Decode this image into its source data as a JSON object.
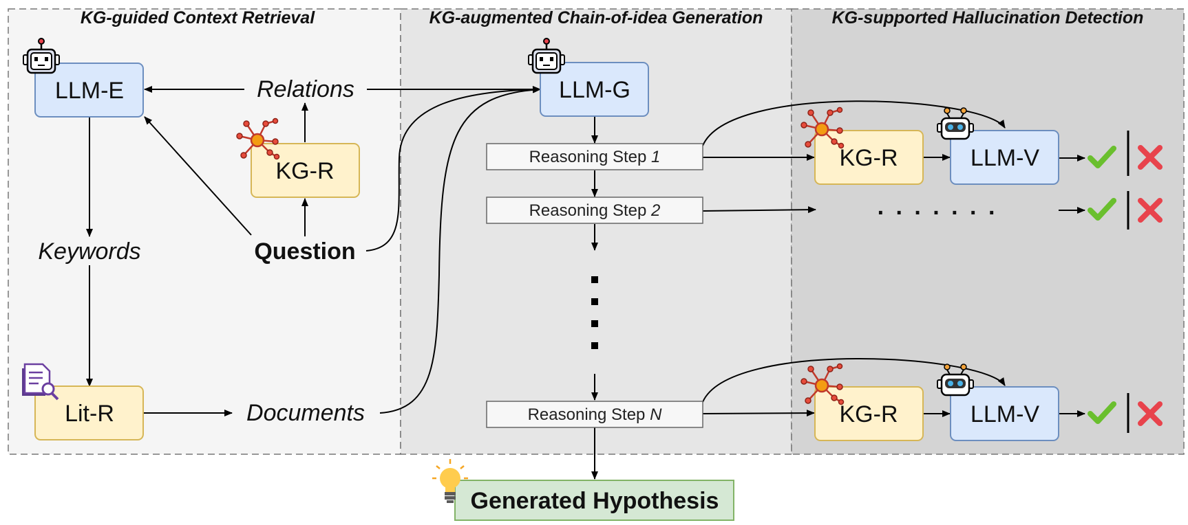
{
  "sections": {
    "retrieval_title": "KG-guided Context Retrieval",
    "generation_title": "KG-augmented Chain-of-idea Generation",
    "detection_title": "KG-supported Hallucination Detection"
  },
  "nodes": {
    "llm_e": "LLM-E",
    "kg_r_left": "KG-R",
    "lit_r": "Lit-R",
    "llm_g": "LLM-G",
    "kg_r_top": "KG-R",
    "llm_v_top": "LLM-V",
    "kg_r_bottom": "KG-R",
    "llm_v_bottom": "LLM-V"
  },
  "labels": {
    "relations": "Relations",
    "keywords": "Keywords",
    "question": "Question",
    "documents": "Documents",
    "ellipsis_row": ". . . . . . ."
  },
  "steps": {
    "prefix": "Reasoning Step ",
    "step1": "1",
    "step2": "2",
    "stepN": "N"
  },
  "hypothesis": "Generated Hypothesis",
  "icons": {
    "robot": "robot-icon",
    "graph": "knowledge-graph-icon",
    "doc": "document-search-icon",
    "bulb": "lightbulb-icon",
    "check": "checkmark-icon",
    "cross": "cross-icon"
  },
  "colors": {
    "blue_box": "#dae8fc",
    "blue_border": "#6c8ebf",
    "yellow_box": "#fff2cc",
    "yellow_border": "#d6b656",
    "green_box": "#d5e8d4",
    "green_border": "#82b366",
    "panel1": "#f5f5f5",
    "panel2": "#e6e6e6",
    "panel3": "#d4d4d4",
    "check": "#6abf2e",
    "cross": "#e8434c"
  }
}
